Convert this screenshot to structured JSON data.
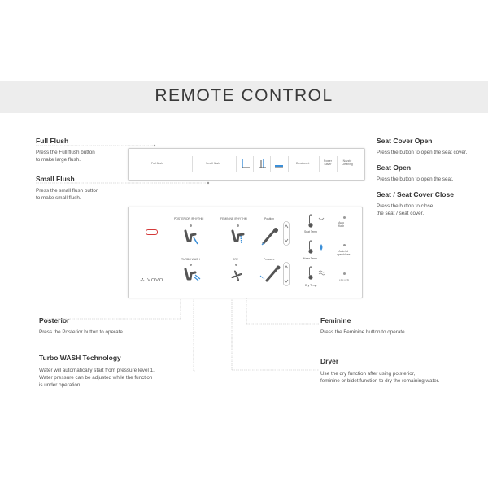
{
  "banner": {
    "title": "REMOTE CONTROL"
  },
  "callouts": {
    "full_flush": {
      "title": "Full Flush",
      "lines": [
        "Press the Full flush button",
        "to make large flush."
      ]
    },
    "small_flush": {
      "title": "Small Flush",
      "lines": [
        "Press the small flush button",
        "to make small flush."
      ]
    },
    "seat_cover_open": {
      "title": "Seat Cover Open",
      "lines": [
        "Press the button to open the seat cover."
      ]
    },
    "seat_open": {
      "title": "Seat Open",
      "lines": [
        "Press the button to open the seat."
      ]
    },
    "seat_close": {
      "title": "Seat / Seat Cover Close",
      "lines": [
        "Press the button to close",
        "the seat / seat cover."
      ]
    },
    "posterior": {
      "title": "Posterior",
      "lines": [
        "Press the Posterior button to operate."
      ]
    },
    "feminine": {
      "title": "Feminine",
      "lines": [
        "Press the Feminine button to operate."
      ]
    },
    "turbo": {
      "title": "Turbo WASH Technology",
      "lines": [
        "Water will automatically start from pressure level 1.",
        "Water pressure can be adjusted while the function",
        "is under operation."
      ]
    },
    "dryer": {
      "title": "Dryer",
      "lines": [
        "Use the dry function after using poisterior,",
        "feminine or bidet function to dry the remaining water."
      ]
    }
  },
  "top_panel": {
    "full_flush": "Full flush",
    "small_flush": "Small flush",
    "deodorant": "Deodorant",
    "power_saver": [
      "Power",
      "Saver"
    ],
    "nozzle_cleaning": [
      "Nozzle",
      "Cleaning"
    ]
  },
  "main_panel": {
    "posterior_rhythm": "POSTERIOR /RHYTHM",
    "feminine_rhythm": "FEMININE /RHYTHM",
    "position": "Position",
    "turbo_wash": "TURBO WASH",
    "dry": "DRY",
    "pressure": "Pressure",
    "seat_temp": "Seat Temp",
    "water_temp": "Water Temp",
    "dry_temp": "Dry Temp",
    "auto_flush": [
      "Auto",
      "flush"
    ],
    "auto_lid": [
      "Auto lid",
      "open/close"
    ],
    "uv_led": "UV LED",
    "logo": "VOVO"
  },
  "colors": {
    "accent_blue": "#3b8fd8",
    "red": "#d43a3a",
    "banner_bg": "#ededed"
  }
}
